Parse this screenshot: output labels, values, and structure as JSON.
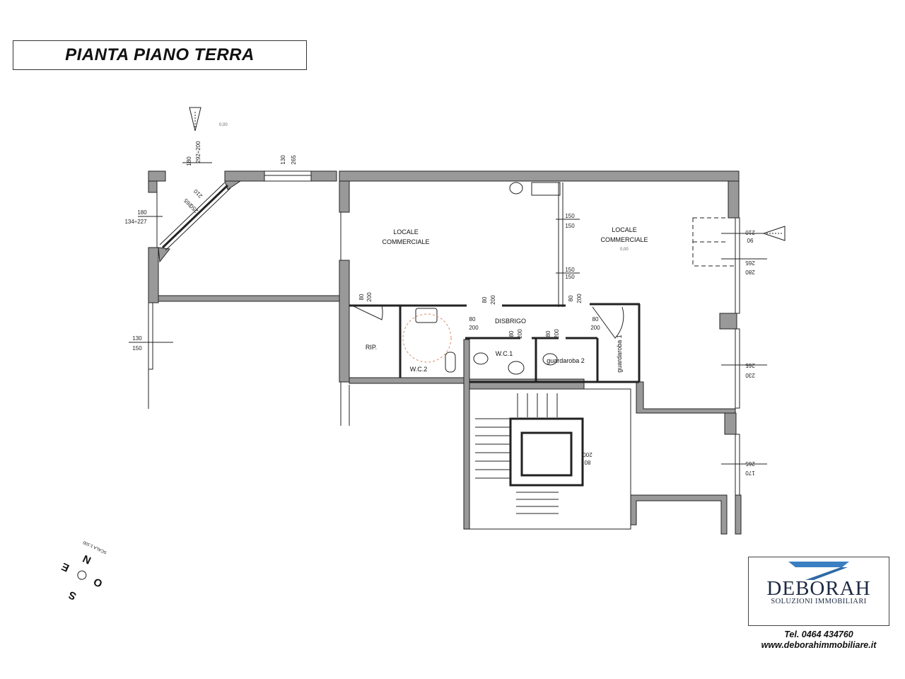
{
  "title": "PIANTA PIANO TERRA",
  "rooms": {
    "locale1": [
      "LOCALE",
      "COMMERCIALE"
    ],
    "locale2": [
      "LOCALE",
      "COMMERCIALE"
    ],
    "disbrigo": "DISBRIGO",
    "rip": "RIP.",
    "wc1": "W.C.1",
    "wc2": "W.C.2",
    "guardaroba1": "guardaroba  1",
    "guardaroba2": "guardaroba  2"
  },
  "level_marks": {
    "outside": "0,00",
    "inside": "0,00"
  },
  "dimensions": {
    "top_window_a": [
      "180",
      "292÷200"
    ],
    "top_window_b": [
      "130",
      "265"
    ],
    "diag_window": [
      "210",
      "265",
      "250"
    ],
    "left_upper": [
      "180",
      "134÷227"
    ],
    "left_lower": [
      "130",
      "150"
    ],
    "partition_upper": [
      "150",
      "150"
    ],
    "partition_lower": [
      "150",
      "150"
    ],
    "door_rip": [
      "80",
      "200"
    ],
    "door_disbrigo": [
      "80",
      "200"
    ],
    "door_right": [
      "80",
      "200"
    ],
    "door_wc2": [
      "80",
      "200"
    ],
    "door_wc1": [
      "80",
      "200"
    ],
    "door_guard2": [
      "80",
      "200"
    ],
    "door_guard1": [
      "80",
      "200"
    ],
    "right_a": [
      "210",
      "90"
    ],
    "right_b": [
      "280",
      "265"
    ],
    "right_c": [
      "230",
      "265"
    ],
    "right_d": [
      "170",
      "265"
    ],
    "lift": [
      "200",
      "80"
    ]
  },
  "compass": {
    "letters": [
      "S",
      "O",
      "N",
      "E"
    ],
    "scale": "SCALA 1:100"
  },
  "logo": {
    "name": "DEBORAH",
    "subtitle": "SOLUZIONI IMMOBILIARI",
    "accent": "#3a7fc1"
  },
  "contact": {
    "tel": "Tel. 0464 434760",
    "web": "www.deborahimmobiliare.it"
  },
  "colors": {
    "wall": "#999999",
    "line": "#222222"
  }
}
